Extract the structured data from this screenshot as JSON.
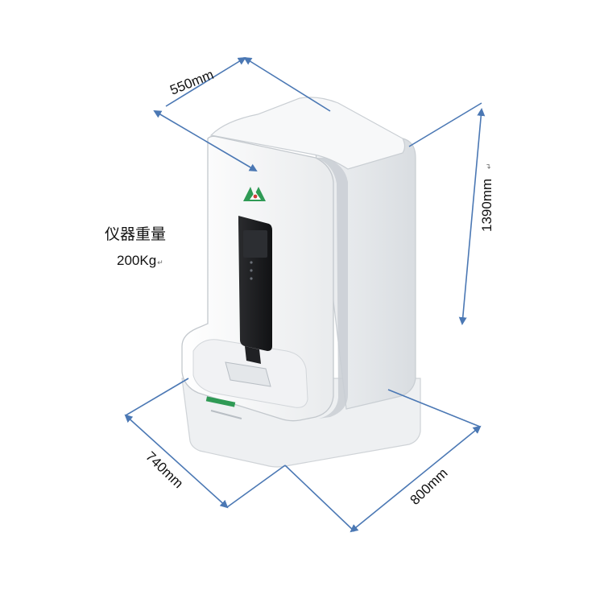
{
  "dimensions": {
    "top_width": "550mm",
    "height": "1390mm",
    "depth": "740mm",
    "length": "800mm"
  },
  "weight": {
    "label": "仪器重量",
    "value": "200Kg"
  },
  "colors": {
    "dimension_line": "#4b78b4",
    "device_body": "#f4f5f6",
    "device_trim": "#c9ced3",
    "control_panel": "#1c1d1f",
    "logo_green": "#2f9a55",
    "logo_red": "#d23b3b"
  },
  "icons": {
    "logo": "green-mountains-logo",
    "return_mark": "paragraph-return-icon"
  }
}
